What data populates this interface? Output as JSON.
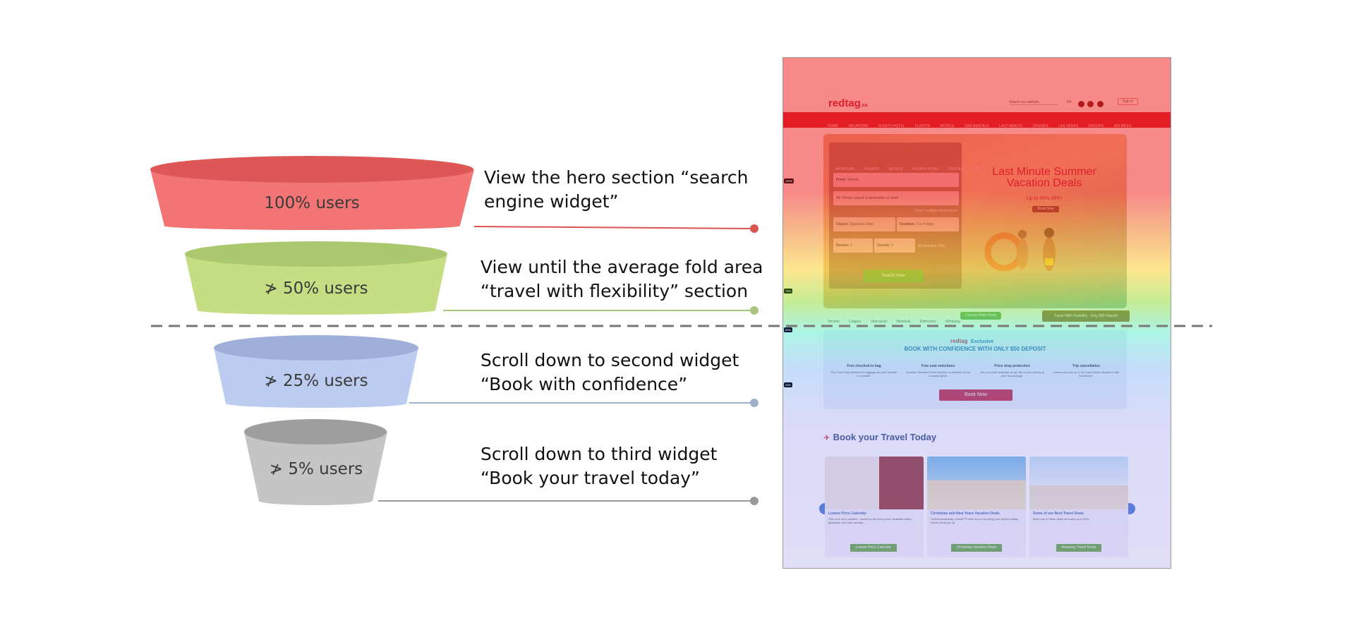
{
  "funnel": {
    "stages": [
      {
        "label": "100% users",
        "color": "#f27474",
        "top_color": "#de5757"
      },
      {
        "label": "≯ 50% users",
        "color": "#c5de84",
        "top_color": "#aac86e"
      },
      {
        "label": "≯ 25% users",
        "color": "#bccbf0",
        "top_color": "#9eb0da"
      },
      {
        "label": "≯ 5% users",
        "color": "#c5c5c5",
        "top_color": "#9e9e9e"
      }
    ],
    "descriptions": [
      {
        "line1": "View the hero section “search",
        "line2": "engine widget”",
        "color": "#d9544f"
      },
      {
        "line1": "View until the average fold area",
        "line2": "“travel with flexibility” section",
        "color": "#a7c57f"
      },
      {
        "line1": "Scroll down to second widget",
        "line2": "“Book with confidence”",
        "color": "#9fb0cc"
      },
      {
        "line1": "Scroll down to third widget",
        "line2": "“Book your travel today”",
        "color": "#9a9a9a"
      }
    ]
  },
  "heatmap_page": {
    "logo": "redtag",
    "logo_suffix": ".ca",
    "search_placeholder": "Search our website",
    "lang": "FR",
    "signin": "Sign in",
    "nav": [
      "HOME",
      "VACATIONS",
      "FLIGHT+HOTEL",
      "FLIGHTS",
      "HOTELS",
      "CAR RENTALS",
      "LAST MINUTE",
      "CRUISES",
      "LAS VEGAS",
      "GROUPS",
      "AIR MILES"
    ],
    "widget_tabs": [
      "VACATIONS",
      "FLIGHTS",
      "HOTELS",
      "FLIGHT+HOTEL",
      "CRUISES",
      "CAR"
    ],
    "from_label": "From:",
    "from_value": "Toronto",
    "to_label": "To:",
    "to_placeholder": "Please search a destination or hotel",
    "multi_dest": "Select multiple destinations",
    "depart_label": "Depart:",
    "depart_value": "Departure Date",
    "duration_label": "Duration:",
    "duration_value": "3 or 4 days",
    "rooms_label": "Rooms:",
    "rooms_value": "1",
    "guests_label": "Guests:",
    "guests_value": "2",
    "all_inclusive": "All Inclusive Only",
    "search_btn": "Search Now",
    "hero_title_1": "Last Minute Summer",
    "hero_title_2": "Vacation Deals",
    "hero_sub": "Up to 55% OFF!",
    "hero_btn": "Book Now",
    "cities": [
      "Toronto",
      "Calgary",
      "Vancouver",
      "Montreal",
      "Edmonton",
      "Winnipeg"
    ],
    "canada_btn": "Canada Wide Deals",
    "flex_btn": "Travel With Flexibility - Only $50 Deposit",
    "confidence_brand": "redtag",
    "confidence_exclusive": "Exclusive",
    "confidence_title": "BOOK WITH CONFIDENCE WITH ONLY $50 DEPOSIT",
    "features": [
      {
        "title": "Free checked-in bag",
        "text": "One Free 23kg checked-in baggage per paid traveller is included."
      },
      {
        "title": "Free seat selections",
        "text": "Advance Standard Seat Selection is included on Air Canada flights."
      },
      {
        "title": "Price drop protection",
        "text": "Get your price adjusted as per the current pricing of your trip package."
      },
      {
        "title": "Trip cancellation",
        "text": "Cancel your trip up to 24 hours before departure with full refund*."
      }
    ],
    "confidence_btn": "Book Now",
    "travel_title": "Book your Travel Today",
    "cards": [
      {
        "title": "Lowest Price Calendar",
        "text": "Plan your next vacation - sorted by the best prices, available dates, getaways, and your savings.",
        "btn": "Lowest Price Calendar"
      },
      {
        "title": "Christmas and New Years Vacation Deals",
        "text": "Limited Availability: Donâ€™t miss out on securing your winter holiday before prices go up.",
        "btn": "Christmas Vacation Deals"
      },
      {
        "title": "Some of our Best Travel Deals",
        "text": "Book one of these deals and save up to 60%.",
        "btn": "Amazing Travel Deals"
      }
    ],
    "pct_markers": [
      "100%",
      "75%",
      "50%",
      "25%"
    ]
  },
  "colors": {
    "divider": "#777777",
    "page_red": "#c8102e"
  }
}
